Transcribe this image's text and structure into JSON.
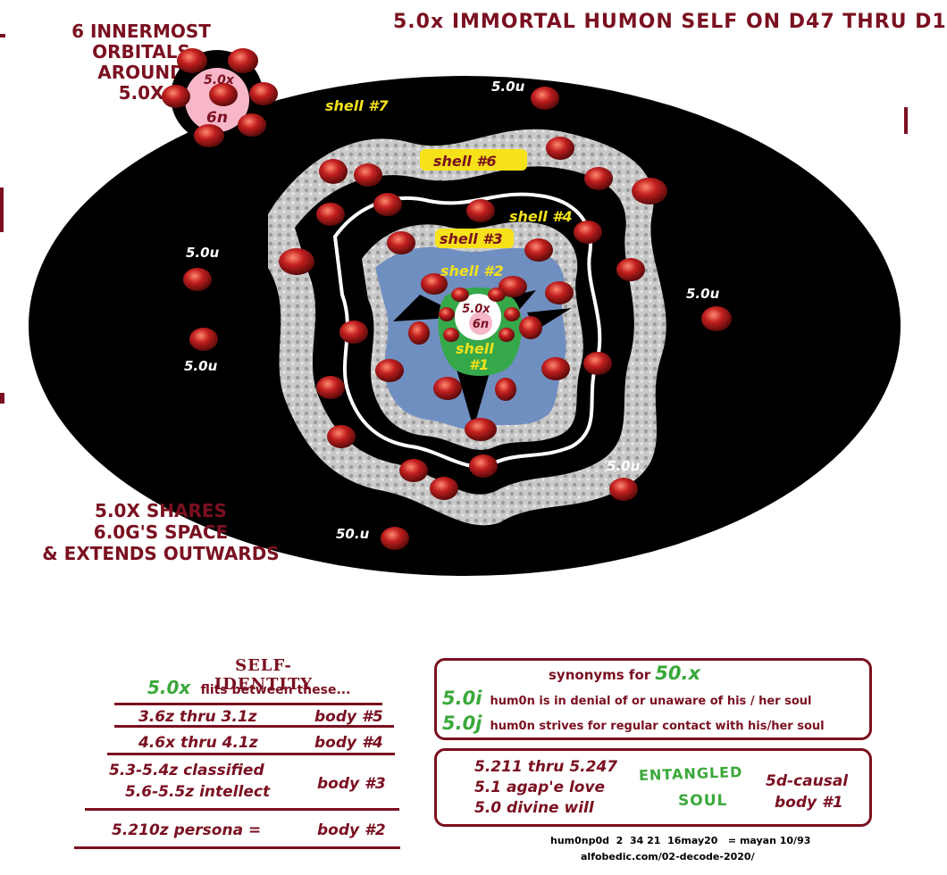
{
  "title": "5.0x IMMORTAL HUMON SELF ON D47 THRU D1",
  "orbitals": {
    "lines": [
      "6 INNERMOST",
      "ORBITALS",
      "AROUND",
      "5.0X"
    ],
    "center_top": "5.0x",
    "center_bottom": "6n"
  },
  "core": {
    "top": "5.0x",
    "bottom": "6n"
  },
  "shells": {
    "s7": "shell #7",
    "s6": "shell #6",
    "s4": "shell #4",
    "s3": "shell #3",
    "s2": "shell #2",
    "s1_a": "shell",
    "s1_b": "#1"
  },
  "u_labels": {
    "top": "5.0u",
    "left1": "5.0u",
    "left2": "5.0u",
    "right": "5.0u",
    "bottom_right": "5.0u",
    "bottom": "50.u"
  },
  "shares": [
    "5.0X SHARES",
    "6.0G'S SPACE",
    "& EXTENDS OUTWARDS"
  ],
  "self_identity": {
    "heading": "SELF-IDENTITY",
    "lead_green": "5.0x",
    "lead_text": "flits between these...",
    "rows": [
      {
        "left": "3.6z thru 3.1z",
        "right": "body #5"
      },
      {
        "left": "4.6x thru 4.1z",
        "right": "body #4"
      },
      {
        "left": "5.3-5.4z classified",
        "left2": "5.6-5.5z intellect",
        "right": "body #3"
      },
      {
        "left": "5.210z persona =",
        "right": "body #2"
      }
    ]
  },
  "synonyms": {
    "heading": "synonyms for",
    "heading_value": "50.x",
    "rows": [
      {
        "code": "5.0i",
        "text": "hum0n is in denial of or unaware of his / her soul"
      },
      {
        "code": "5.0j",
        "text": "hum0n strives for regular contact with his/her soul"
      }
    ]
  },
  "soul_box": {
    "lines": [
      "5.211 thru 5.247",
      "5.1 agap'e love",
      "5.0 divine will"
    ],
    "entangled": "ENTANGLED",
    "soul": "SOUL",
    "causal": "5d-causal",
    "body": "body #1"
  },
  "footer": {
    "line1": "hum0np0d  2  34 21  16may20   = mayan 10/93",
    "line2": "alfobedic.com/02-decode-2020/"
  },
  "colors": {
    "maroon": "#7a1020",
    "green": "#3aa83a",
    "yellow": "#f2e11a",
    "blue": "#6f8fc0",
    "orb_red": "#c21f1f"
  }
}
